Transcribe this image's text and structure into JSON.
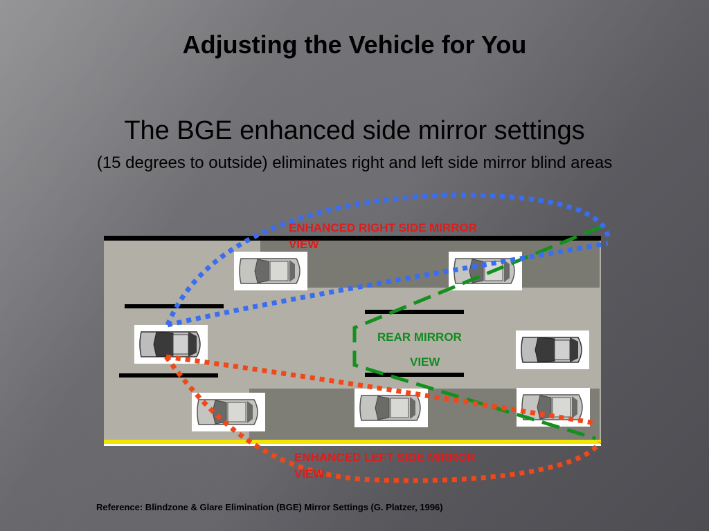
{
  "title": "Adjusting the Vehicle for You",
  "subtitle": "The BGE enhanced side mirror settings",
  "subsubtitle": "(15 degrees to outside) eliminates right and left side mirror blind areas",
  "labels": {
    "right_mirror": "ENHANCED RIGHT SIDE MIRROR",
    "right_mirror_2": "VIEW",
    "rear_mirror": "REAR MIRROR",
    "rear_mirror_2": "VIEW",
    "left_mirror": "ENHANCED LEFT SIDE MIRROR",
    "left_mirror_2": "VIEW"
  },
  "reference": "Reference: Blindzone & Glare Elimination (BGE) Mirror Settings (G. Platzer, 1996)",
  "colors": {
    "right_view": "#3a6df0",
    "rear_view": "#14901f",
    "left_view": "#f0481a",
    "label_red": "#e01b1b",
    "label_green": "#118a1e",
    "road_edge_yellow": "#f2e600"
  }
}
